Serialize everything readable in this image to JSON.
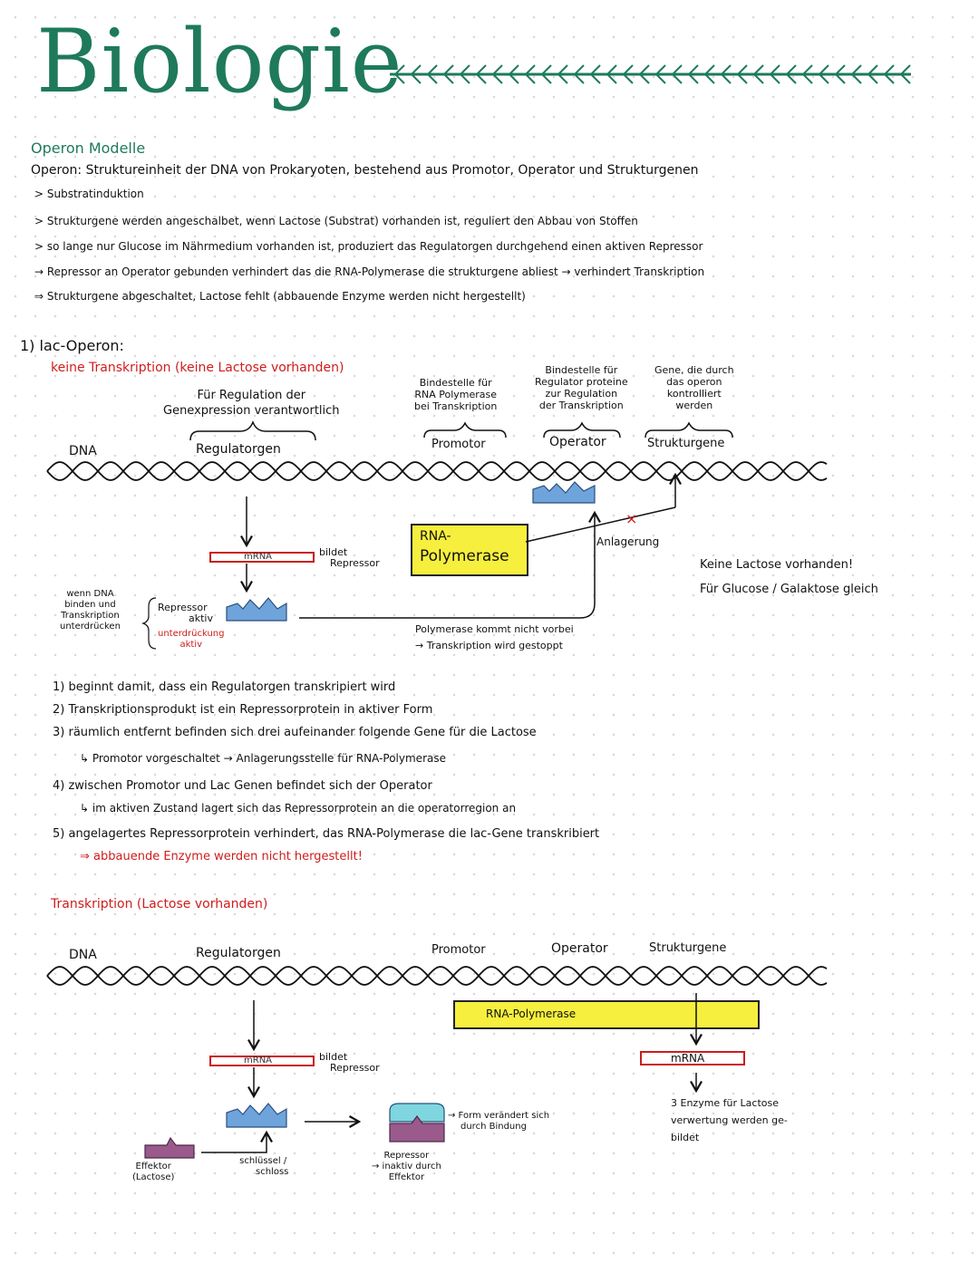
{
  "header": {
    "title": "Biologie"
  },
  "intro": {
    "heading": "Operon Modelle",
    "definition": "Operon: Struktureinheit der DNA von Prokaryoten, bestehend aus Promotor, Operator und Strukturgenen",
    "lines": [
      "> Substratinduktion",
      "> Strukturgene werden angeschalbet, wenn Lactose (Substrat) vorhanden ist, reguliert den Abbau von Stoffen",
      "> so lange nur Glucose im Nährmedium vorhanden ist, produziert das Regulatorgen durchgehend einen aktiven Repressor",
      "→ Repressor an Operator gebunden verhindert das die RNA-Polymerase die strukturgene abliest → verhindert Transkription",
      "⇒ Strukturgene abgeschaltet, Lactose fehlt (abbauende Enzyme werden nicht hergestellt)"
    ]
  },
  "lac": {
    "heading": "1) lac-Operon:",
    "sub1": "keine Transkription (keine Lactose vorhanden)",
    "regulator_desc": [
      "Für Regulation der",
      "Genexpression verantwortlich"
    ],
    "binding_rna": [
      "Bindestelle für",
      "RNA Polymerase",
      "bei Transkription"
    ],
    "binding_reg": [
      "Bindestelle für",
      "Regulator proteine",
      "zur Regulation",
      "der Transkription"
    ],
    "genes_desc": [
      "Gene, die durch",
      "das operon",
      "kontrolliert",
      "werden"
    ],
    "dna": "DNA",
    "regulatorgen": "Regulatorgen",
    "promotor": "Promotor",
    "operator": "Operator",
    "strukturgene": "Strukturgene",
    "mrna": "mRNA",
    "bildet": [
      "bildet",
      "Repressor"
    ],
    "rna_poly_box": [
      "RNA-",
      "Polymerase"
    ],
    "anlagerung": "Anlagerung",
    "no_lactose": "Keine Lactose vorhanden!",
    "glucose": "Für Glucose / Galaktose gleich",
    "wenn": [
      "wenn DNA",
      "binden und",
      "Transkription",
      "unterdrücken"
    ],
    "repressor_aktiv": [
      "Repressor",
      "aktiv"
    ],
    "unterdrueckung": [
      "unterdrückung",
      "aktiv"
    ],
    "poly_text": [
      "Polymerase kommt nicht vorbei",
      "→ Transkription wird gestoppt"
    ],
    "steps": [
      "1) beginnt damit, dass ein Regulatorgen transkripiert wird",
      "2) Transkriptionsprodukt ist ein Repressorprotein in aktiver Form",
      "3) räumlich entfernt befinden sich drei aufeinander folgende Gene für die Lactose",
      "↳ Promotor vorgeschaltet → Anlagerungsstelle für RNA-Polymerase",
      "4) zwischen Promotor und Lac Genen befindet sich der Operator",
      "↳ im aktiven Zustand lagert sich das Repressorprotein an die operatorregion an",
      "5) angelagertes Repressorprotein verhindert, das RNA-Polymerase die lac-Gene transkribiert",
      "⇒ abbauende Enzyme werden nicht hergestellt!"
    ]
  },
  "lac2": {
    "sub2": "Transkription (Lactose vorhanden)",
    "dna": "DNA",
    "regulatorgen": "Regulatorgen",
    "promotor": "Promotor",
    "operator": "Operator",
    "strukturgene": "Strukturgene",
    "rna_poly": "RNA-Polymerase",
    "mrna_left": "mRNA",
    "mrna_right": "mRNA",
    "bildet": [
      "bildet",
      "Repressor"
    ],
    "form": [
      "→ Form verändert sich",
      "durch Bindung"
    ],
    "enzyme": [
      "3 Enzyme für Lactose",
      "verwertung werden ge-",
      "bildet"
    ],
    "effektor": [
      "Effektor",
      "(Lactose)"
    ],
    "schluessel": [
      "schlüssel /",
      "schloss"
    ],
    "repressor_inaktiv": [
      "Repressor",
      "→ inaktiv durch",
      "Effektor"
    ]
  },
  "colors": {
    "title_green": "#1e7a5a",
    "accent_red": "#d01c1c",
    "highlight_yellow": "#f6ef3d",
    "protein_blue": "#6fa3dc",
    "effector_purple": "#9a5a8c",
    "cyan": "#7fd6e0"
  }
}
